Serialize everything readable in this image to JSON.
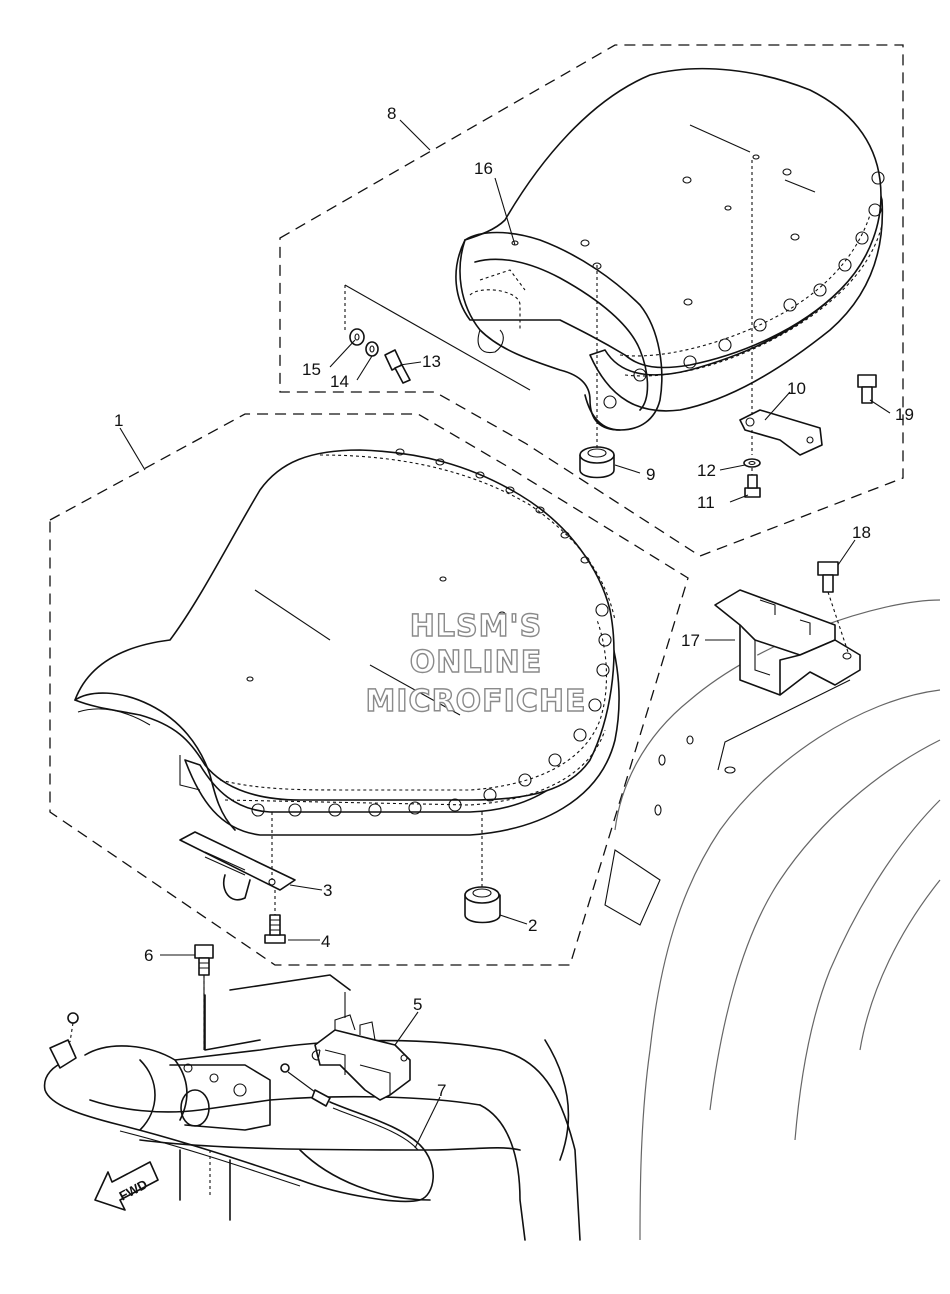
{
  "watermark": {
    "line1": "HLSM'S",
    "line2": "ONLINE",
    "line3": "MICROFICHE"
  },
  "direction_label": "FWD",
  "callouts": [
    {
      "id": "1",
      "label": "1"
    },
    {
      "id": "2",
      "label": "2"
    },
    {
      "id": "3",
      "label": "3"
    },
    {
      "id": "4",
      "label": "4"
    },
    {
      "id": "5",
      "label": "5"
    },
    {
      "id": "6",
      "label": "6"
    },
    {
      "id": "7",
      "label": "7"
    },
    {
      "id": "8",
      "label": "8"
    },
    {
      "id": "9",
      "label": "9"
    },
    {
      "id": "10",
      "label": "10"
    },
    {
      "id": "11",
      "label": "11"
    },
    {
      "id": "12",
      "label": "12"
    },
    {
      "id": "13",
      "label": "13"
    },
    {
      "id": "14",
      "label": "14"
    },
    {
      "id": "15",
      "label": "15"
    },
    {
      "id": "16",
      "label": "16"
    },
    {
      "id": "17",
      "label": "17"
    },
    {
      "id": "18",
      "label": "18"
    },
    {
      "id": "19",
      "label": "19"
    }
  ]
}
